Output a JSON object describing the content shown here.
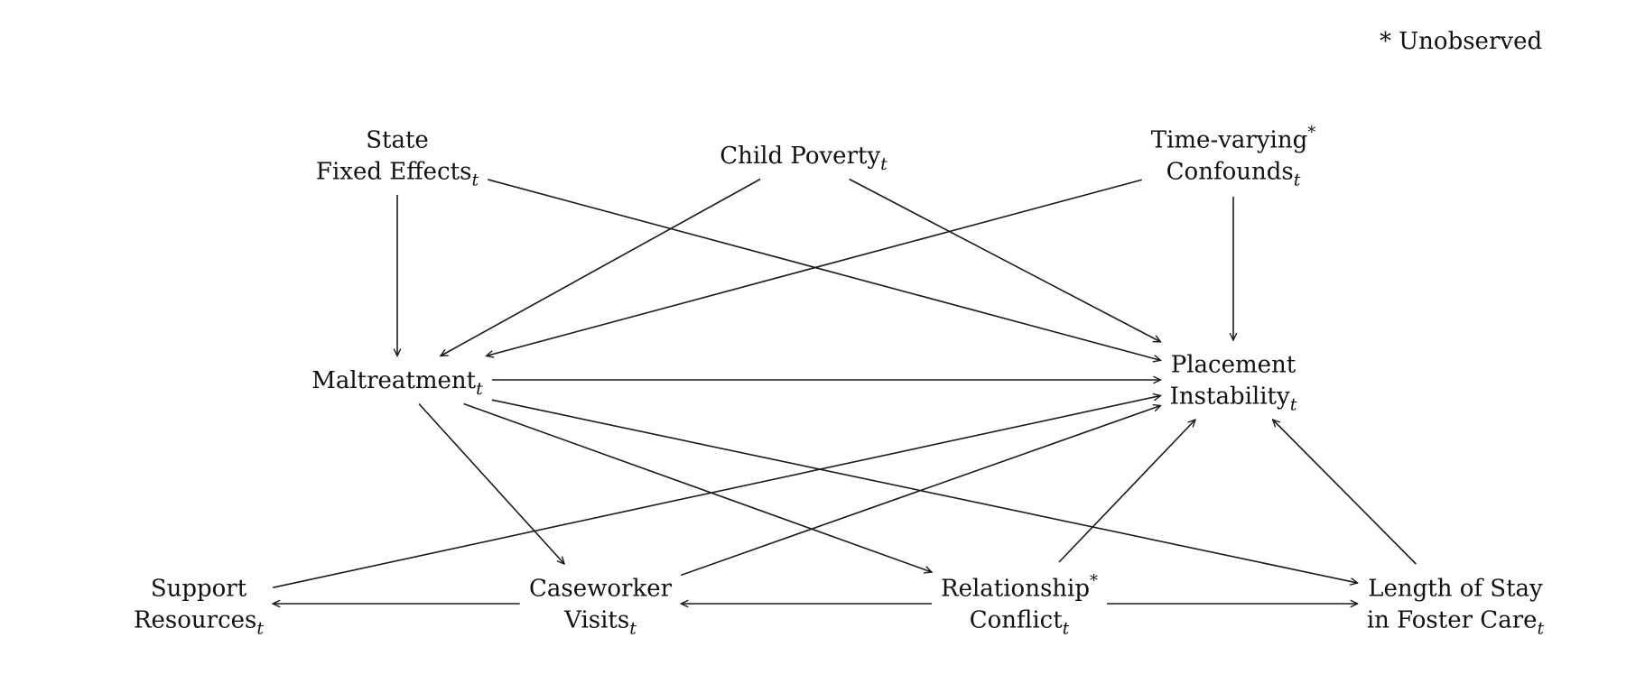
{
  "legend": "* Unobserved",
  "nodes": {
    "state": {
      "lines": [
        {
          "text": "State"
        },
        {
          "text": "Fixed Effects",
          "sub": "t"
        }
      ]
    },
    "poverty": {
      "lines": [
        {
          "text": "Child Poverty",
          "sub": "t"
        }
      ]
    },
    "confounds": {
      "lines": [
        {
          "text": "Time-varying",
          "sup": "*"
        },
        {
          "text": "Confounds",
          "sub": "t"
        }
      ]
    },
    "maltreatment": {
      "lines": [
        {
          "text": "Maltreatment",
          "sub": "t"
        }
      ]
    },
    "placement": {
      "lines": [
        {
          "text": "Placement"
        },
        {
          "text": "Instability",
          "sub": "t"
        }
      ]
    },
    "support": {
      "lines": [
        {
          "text": "Support"
        },
        {
          "text": "Resources",
          "sub": "t"
        }
      ]
    },
    "caseworker": {
      "lines": [
        {
          "text": "Caseworker"
        },
        {
          "text": "Visits",
          "sub": "t"
        }
      ]
    },
    "conflict": {
      "lines": [
        {
          "text": "Relationship",
          "sup": "*"
        },
        {
          "text": "Conflict",
          "sub": "t"
        }
      ]
    },
    "stay": {
      "lines": [
        {
          "text": "Length of Stay"
        },
        {
          "text": "in Foster Care",
          "sub": "t"
        }
      ]
    }
  },
  "edges": [
    {
      "from": "state",
      "to": "maltreatment"
    },
    {
      "from": "state",
      "to": "placement"
    },
    {
      "from": "poverty",
      "to": "maltreatment"
    },
    {
      "from": "poverty",
      "to": "placement"
    },
    {
      "from": "confounds",
      "to": "maltreatment"
    },
    {
      "from": "confounds",
      "to": "placement"
    },
    {
      "from": "maltreatment",
      "to": "placement"
    },
    {
      "from": "maltreatment",
      "to": "caseworker"
    },
    {
      "from": "maltreatment",
      "to": "conflict"
    },
    {
      "from": "maltreatment",
      "to": "stay"
    },
    {
      "from": "support",
      "to": "placement"
    },
    {
      "from": "caseworker",
      "to": "placement"
    },
    {
      "from": "caseworker",
      "to": "support"
    },
    {
      "from": "conflict",
      "to": "placement"
    },
    {
      "from": "conflict",
      "to": "caseworker"
    },
    {
      "from": "conflict",
      "to": "stay"
    },
    {
      "from": "stay",
      "to": "placement"
    }
  ]
}
